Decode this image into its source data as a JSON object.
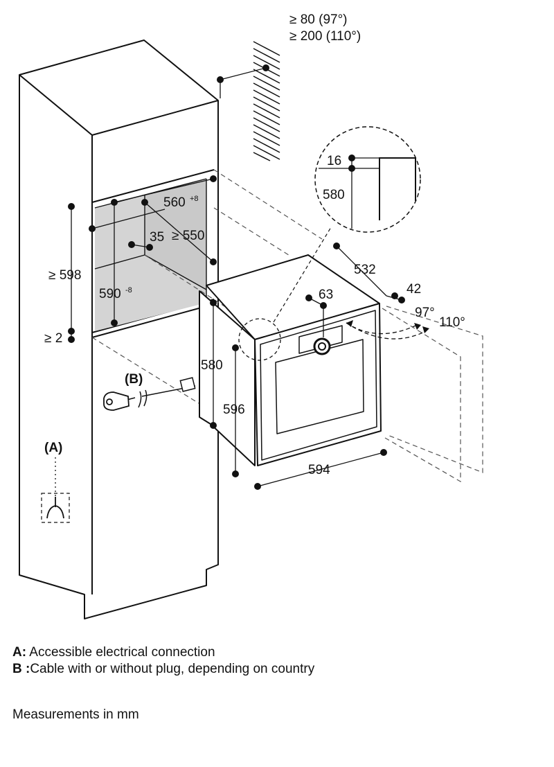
{
  "dimensions": {
    "vent_clearance_97": "≥ 80 (97°)",
    "vent_clearance_110": "≥ 200 (110°)",
    "niche_width": "560",
    "niche_width_tol": "+8",
    "depth_min": "≥ 550",
    "offset_35": "35",
    "niche_height_min": "≥ 598",
    "niche_height": "590",
    "niche_height_tol": "-8",
    "gap_min": "≥ 2",
    "detail_16": "16",
    "detail_580": "580",
    "oven_depth": "532",
    "door_thickness": "42",
    "panel_63": "63",
    "angle_97": "97°",
    "angle_110": "110°",
    "body_depth_580": "580",
    "front_height": "596",
    "front_width": "594"
  },
  "markers": {
    "a": "(A)",
    "b": "(B)"
  },
  "legend": {
    "a_key": "A:",
    "a_text": " Accessible electrical connection",
    "b_key": "B :",
    "b_text": "Cable with or without plug, depending on country"
  },
  "note": "Measurements in mm"
}
